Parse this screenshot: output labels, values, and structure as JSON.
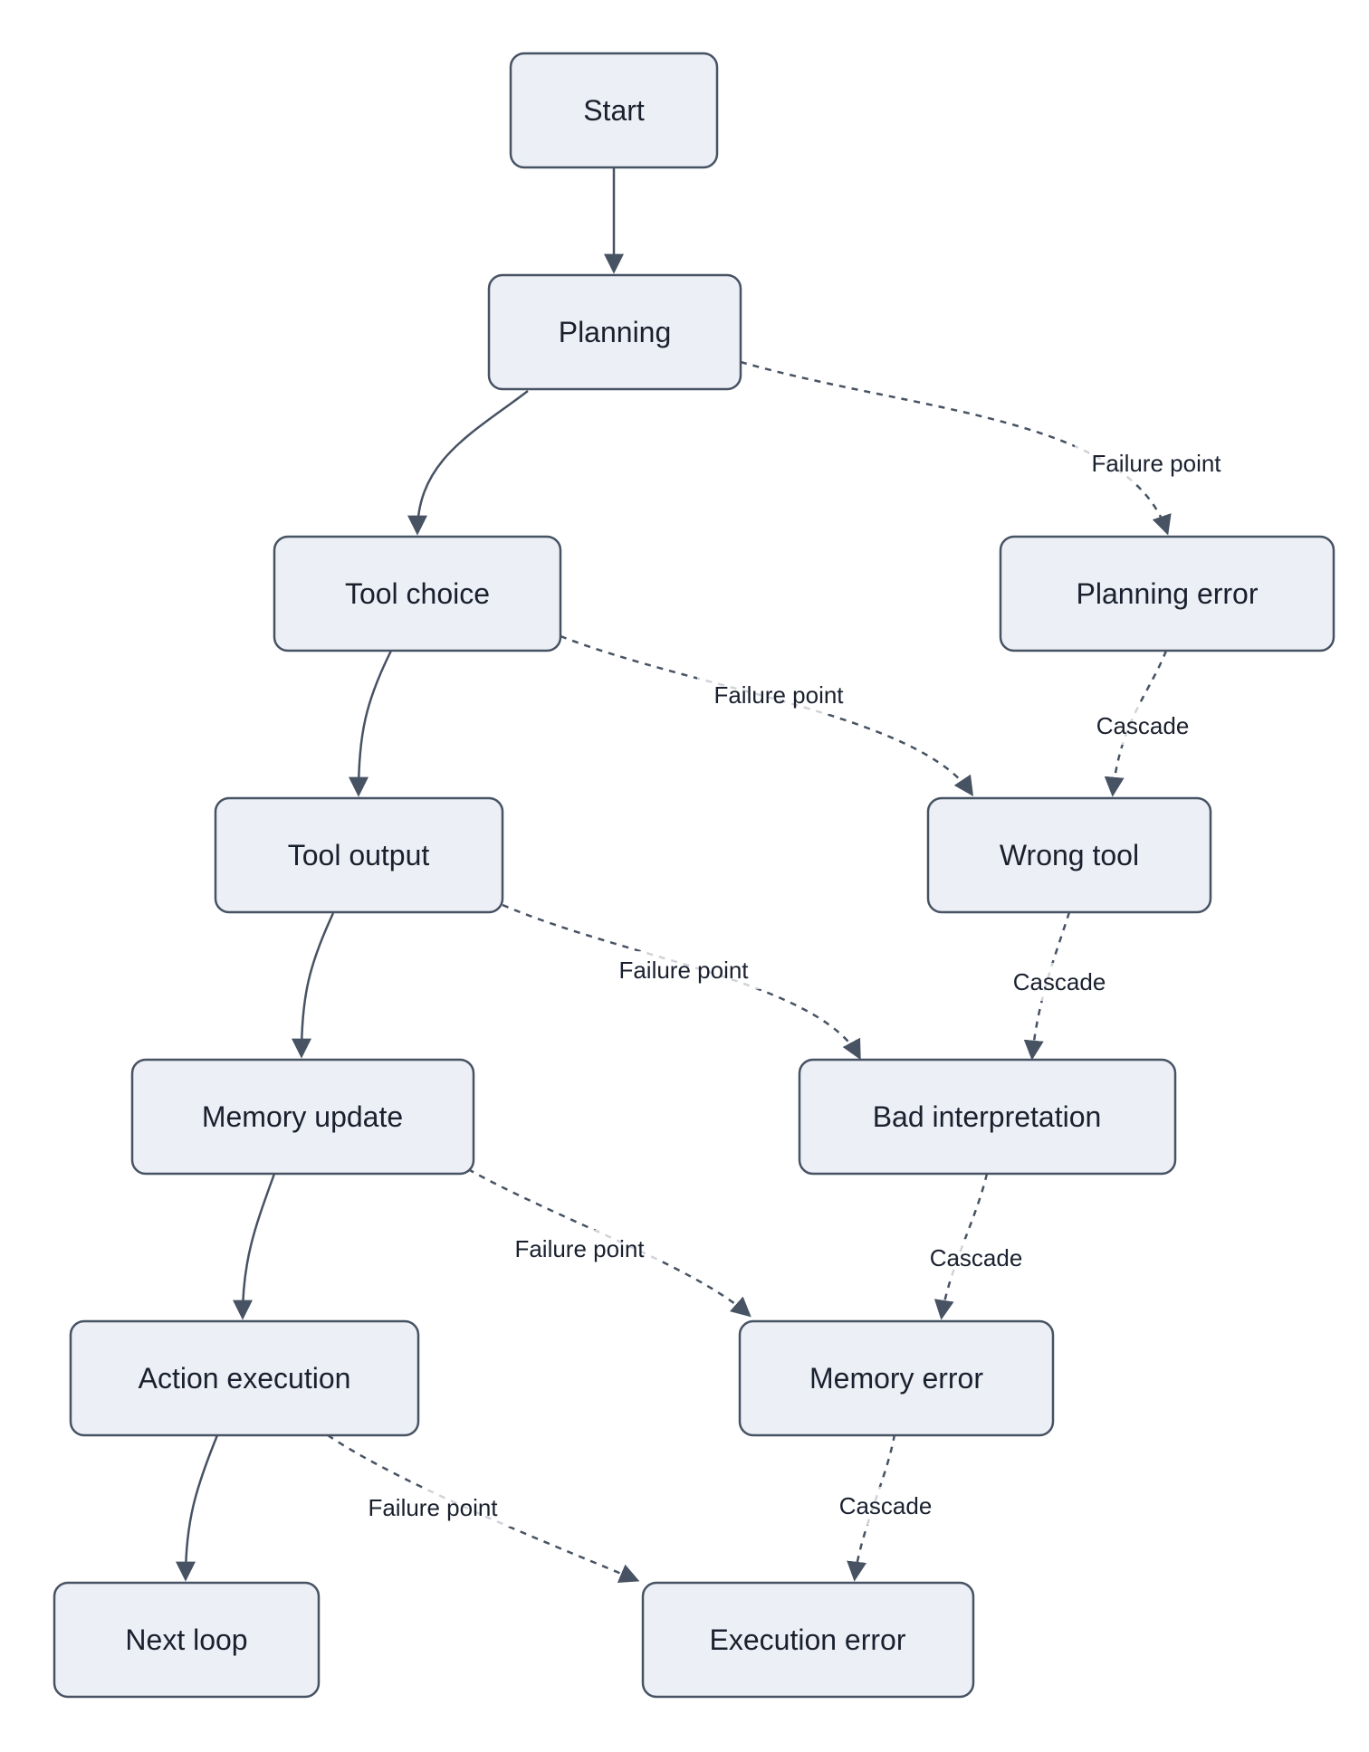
{
  "page": {
    "background": "#FFFFFF"
  },
  "diagram": {
    "type": "flowchart",
    "direction": "top-down",
    "colors": {
      "node_fill": "#ECEFF5",
      "node_border": "#475263",
      "edge_color": "#475263",
      "node_text": "#1A202E",
      "edge_label_text": "#1A202E",
      "background": "#FFFFFF"
    },
    "nodes": [
      {
        "id": "start",
        "label": "Start"
      },
      {
        "id": "planning",
        "label": "Planning"
      },
      {
        "id": "tool_choice",
        "label": "Tool choice"
      },
      {
        "id": "planning_error",
        "label": "Planning error"
      },
      {
        "id": "tool_output",
        "label": "Tool output"
      },
      {
        "id": "wrong_tool",
        "label": "Wrong tool"
      },
      {
        "id": "memory_update",
        "label": "Memory update"
      },
      {
        "id": "bad_interpretation",
        "label": "Bad interpretation"
      },
      {
        "id": "action_execution",
        "label": "Action execution"
      },
      {
        "id": "memory_error",
        "label": "Memory error"
      },
      {
        "id": "next_loop",
        "label": "Next loop"
      },
      {
        "id": "execution_error",
        "label": "Execution error"
      }
    ],
    "edges": [
      {
        "from": "start",
        "to": "planning",
        "style": "solid",
        "label": ""
      },
      {
        "from": "planning",
        "to": "tool_choice",
        "style": "solid",
        "label": ""
      },
      {
        "from": "planning",
        "to": "planning_error",
        "style": "dashed",
        "label": "Failure point"
      },
      {
        "from": "tool_choice",
        "to": "tool_output",
        "style": "solid",
        "label": ""
      },
      {
        "from": "tool_choice",
        "to": "wrong_tool",
        "style": "dashed",
        "label": "Failure point"
      },
      {
        "from": "planning_error",
        "to": "wrong_tool",
        "style": "dashed",
        "label": "Cascade"
      },
      {
        "from": "tool_output",
        "to": "memory_update",
        "style": "solid",
        "label": ""
      },
      {
        "from": "tool_output",
        "to": "bad_interpretation",
        "style": "dashed",
        "label": "Failure point"
      },
      {
        "from": "wrong_tool",
        "to": "bad_interpretation",
        "style": "dashed",
        "label": "Cascade"
      },
      {
        "from": "memory_update",
        "to": "action_execution",
        "style": "solid",
        "label": ""
      },
      {
        "from": "memory_update",
        "to": "memory_error",
        "style": "dashed",
        "label": "Failure point"
      },
      {
        "from": "bad_interpretation",
        "to": "memory_error",
        "style": "dashed",
        "label": "Cascade"
      },
      {
        "from": "action_execution",
        "to": "next_loop",
        "style": "solid",
        "label": ""
      },
      {
        "from": "action_execution",
        "to": "execution_error",
        "style": "dashed",
        "label": "Failure point"
      },
      {
        "from": "memory_error",
        "to": "execution_error",
        "style": "dashed",
        "label": "Cascade"
      }
    ]
  }
}
